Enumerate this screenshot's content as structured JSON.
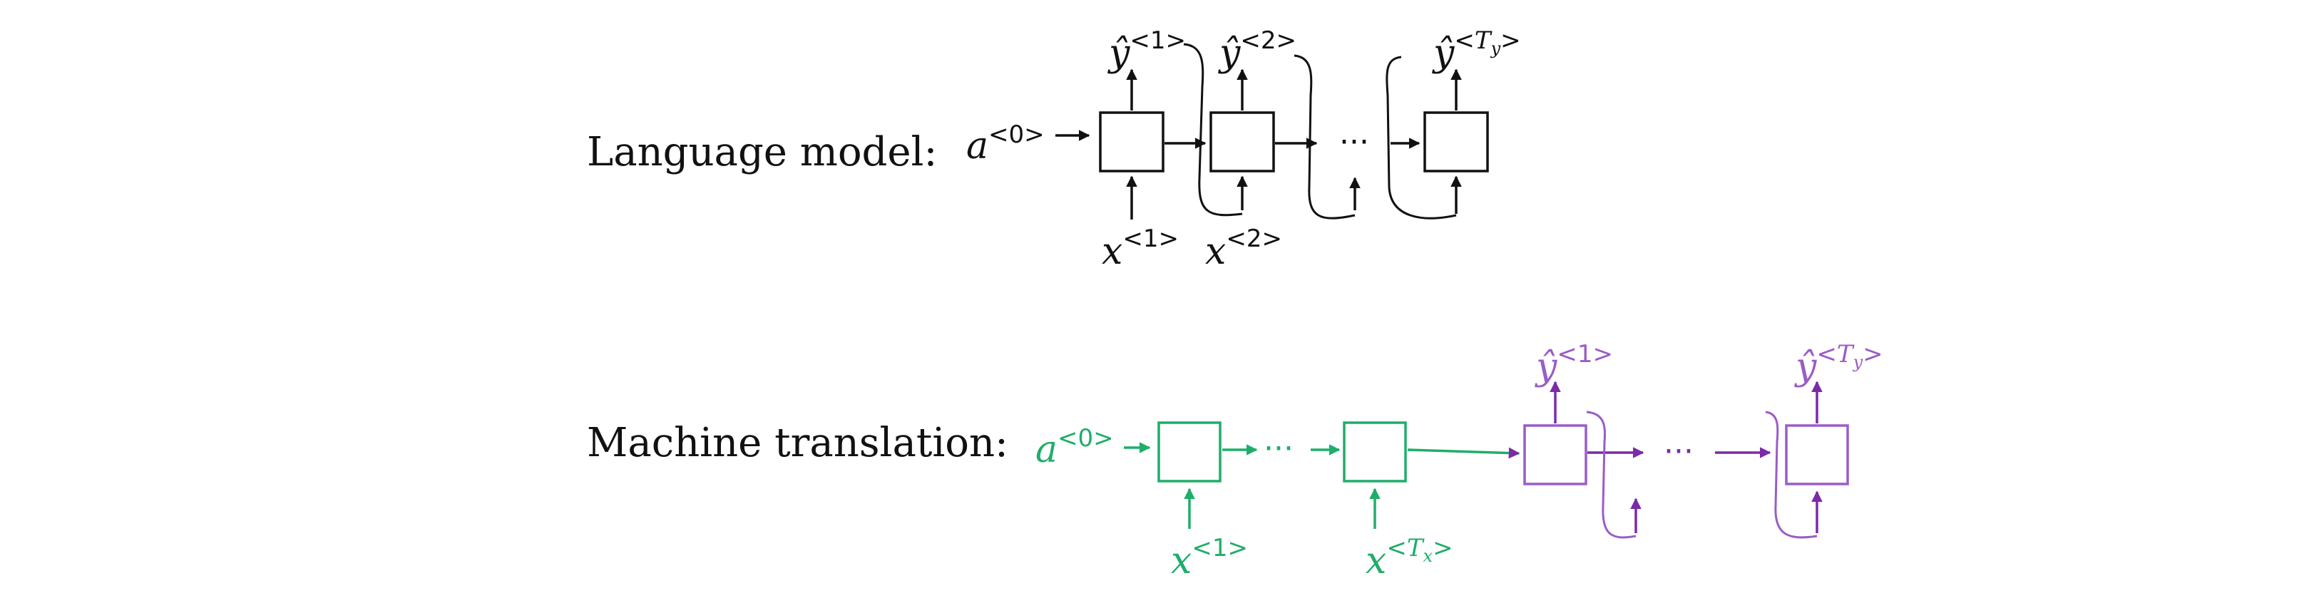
{
  "language_model": {
    "label": "Language model:",
    "a0": {
      "base": "a",
      "sup": "<0>"
    },
    "y1": {
      "base": "ŷ",
      "sup": "<1>"
    },
    "y2": {
      "base": "ŷ",
      "sup": "<2>"
    },
    "yTy": {
      "base": "ŷ",
      "sup_open": "<",
      "sup_T": "T",
      "sup_sub": "y",
      "sup_close": ">"
    },
    "x1": {
      "base": "x",
      "sup": "<1>"
    },
    "x2": {
      "base": "x",
      "sup": "<2>"
    },
    "ellipsis": "···"
  },
  "machine_translation": {
    "label": "Machine translation:",
    "a0": {
      "base": "a",
      "sup": "<0>"
    },
    "y1": {
      "base": "ŷ",
      "sup": "<1>"
    },
    "yTy": {
      "base": "ŷ",
      "sup_open": "<",
      "sup_T": "T",
      "sup_sub": "y",
      "sup_close": ">"
    },
    "x1": {
      "base": "x",
      "sup": "<1>"
    },
    "xTx": {
      "base": "x",
      "sup_open": "<",
      "sup_T": "T",
      "sup_sub": "x",
      "sup_close": ">"
    },
    "ellipsis_encoder": "···",
    "ellipsis_decoder": "···"
  },
  "colors": {
    "black": "#111111",
    "green": "#1fae6a",
    "purple": "#7b2aa8",
    "purple_light": "#9a5cc7"
  }
}
